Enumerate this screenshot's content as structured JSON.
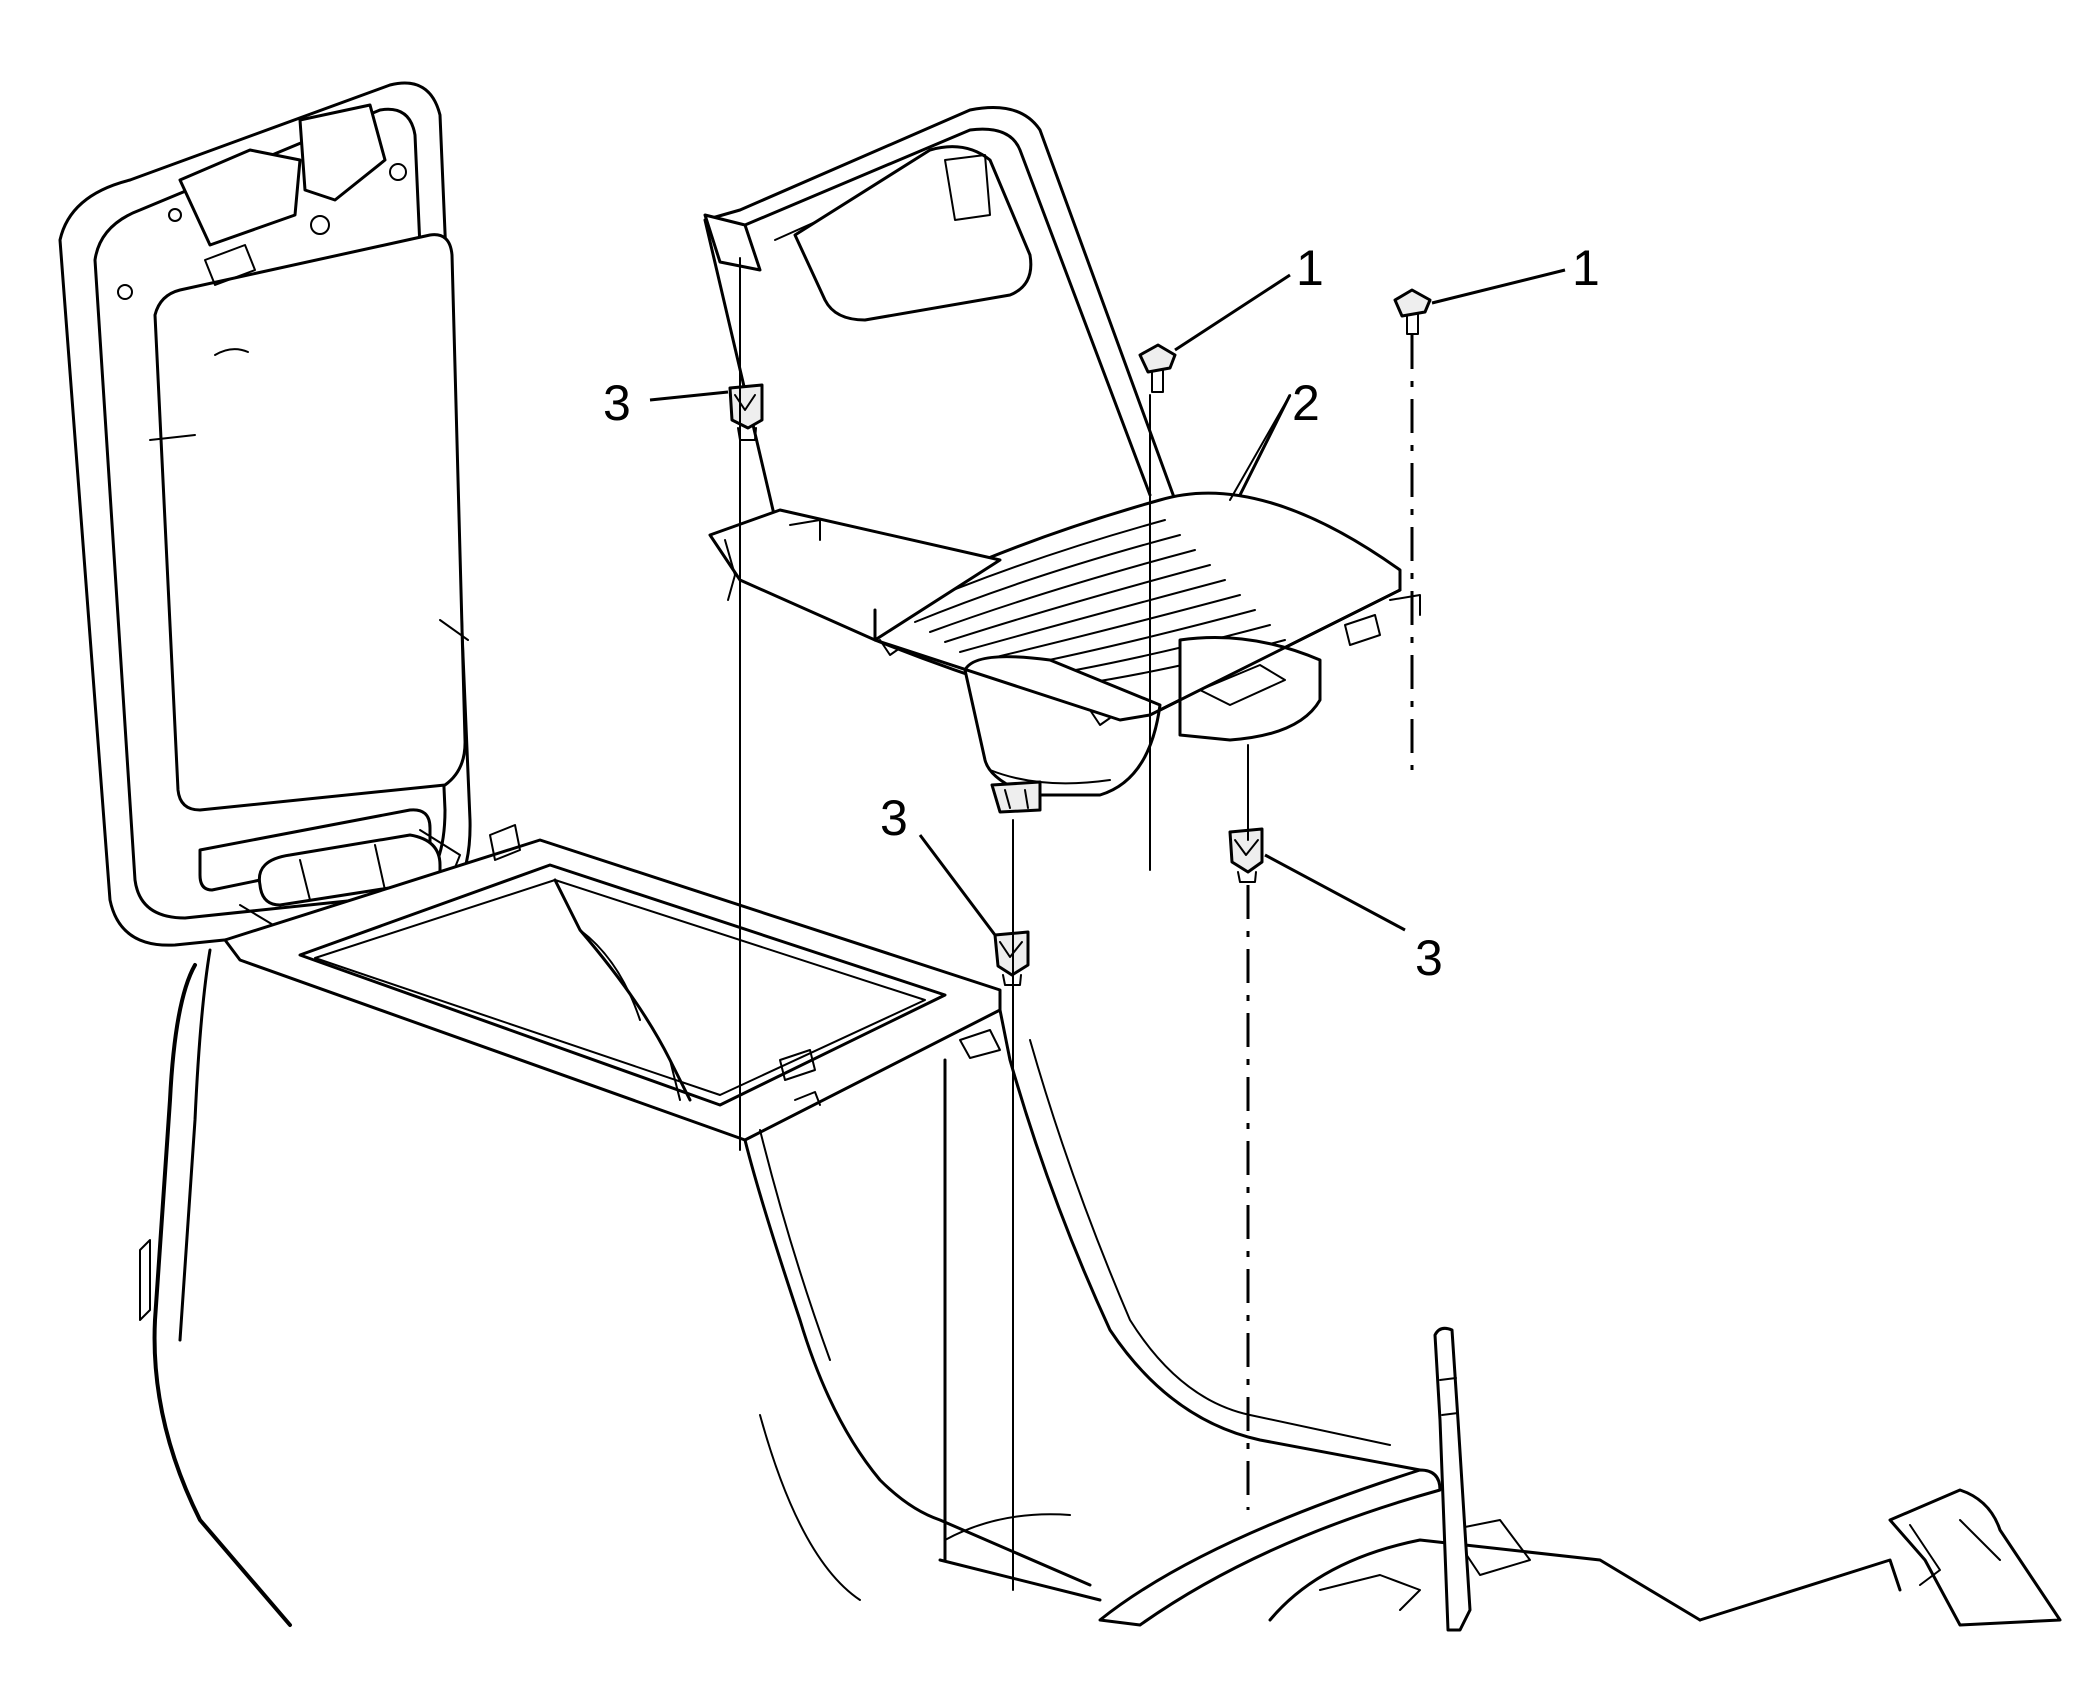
{
  "callouts": {
    "fastener_1a": "1",
    "fastener_1b": "1",
    "insert_2": "2",
    "clip_3a": "3",
    "clip_3b": "3",
    "clip_3c": "3"
  }
}
